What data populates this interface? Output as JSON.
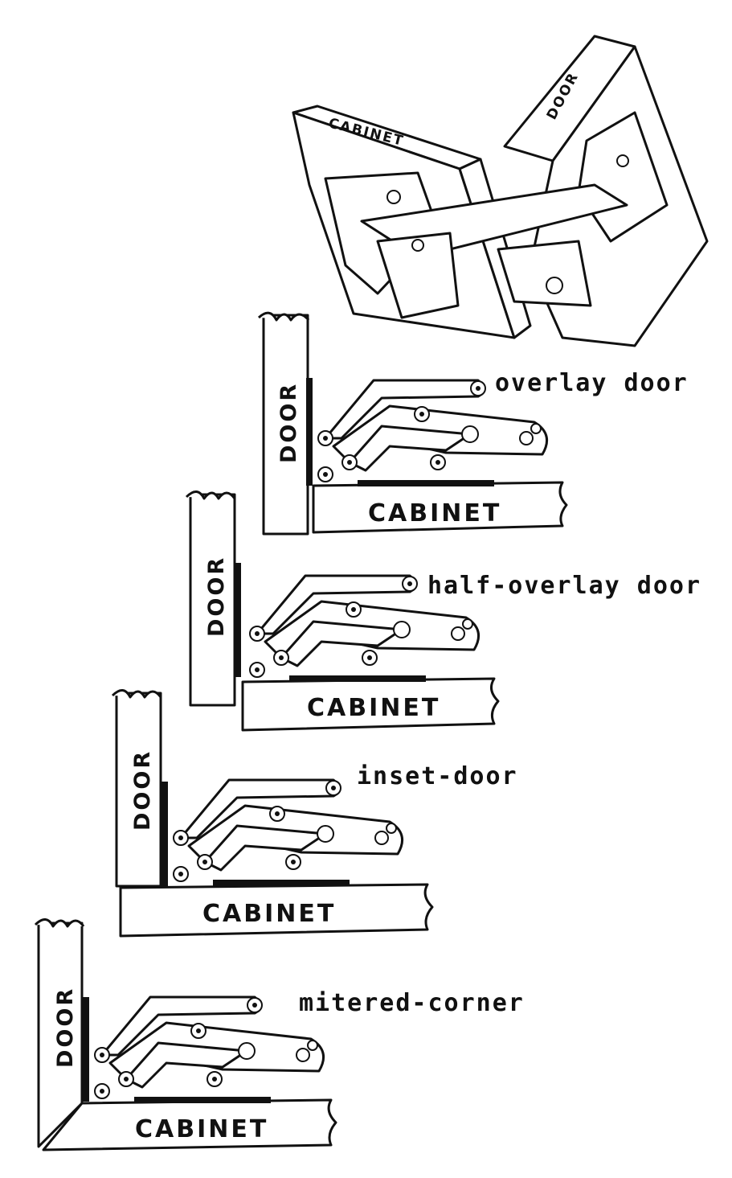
{
  "hinge_perspective": {
    "cabinet_label": "CABINET",
    "door_label": "DOOR"
  },
  "variants": [
    {
      "label": "overlay door",
      "cabinet_label": "CABINET",
      "door_label": "DOOR"
    },
    {
      "label": "half-overlay door",
      "cabinet_label": "CABINET",
      "door_label": "DOOR"
    },
    {
      "label": "inset-door",
      "cabinet_label": "CABINET",
      "door_label": "DOOR"
    },
    {
      "label": "mitered-corner",
      "cabinet_label": "CABINET",
      "door_label": "DOOR"
    }
  ],
  "colors": {
    "ink": "#111111",
    "paper": "#ffffff"
  }
}
